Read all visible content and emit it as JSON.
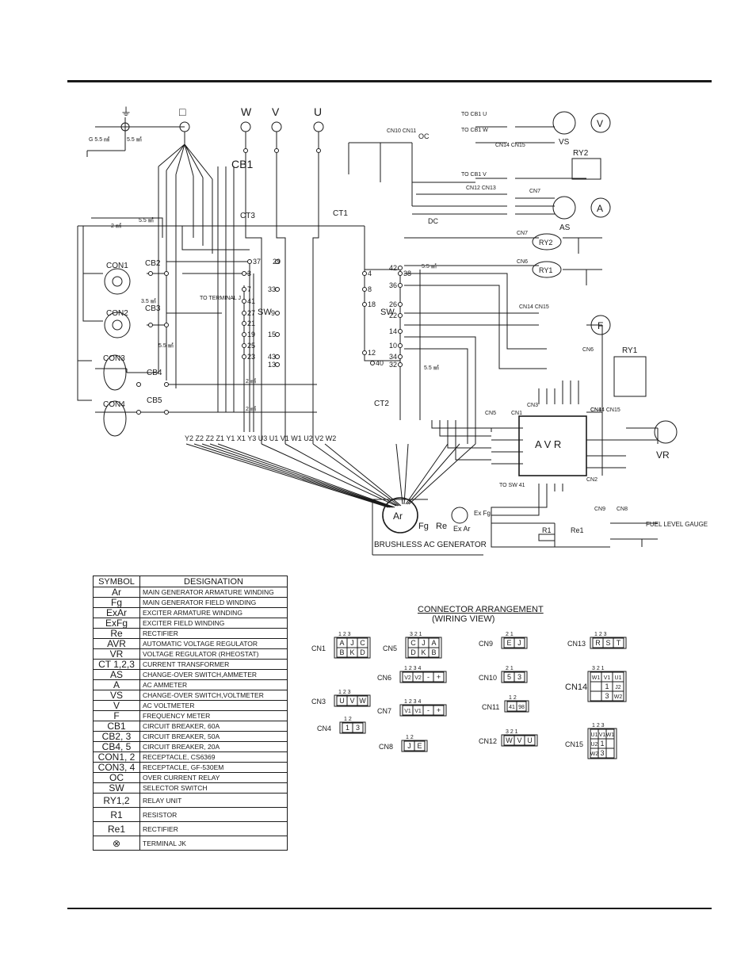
{
  "header_rule": true,
  "diagram": {
    "top_terminals": [
      "⏚",
      "□",
      "W",
      "V",
      "U"
    ],
    "labels": {
      "cb1": "CB1",
      "cb2": "CB2",
      "cb3": "CB3",
      "cb4": "CB4",
      "cb5": "CB5",
      "con1": "CON1",
      "con2": "CON2",
      "con3": "CON3",
      "con4": "CON4",
      "ct1": "CT1",
      "ct2": "CT2",
      "ct3": "CT3",
      "sw_left": "SW",
      "sw_right": "SW",
      "oc": "OC",
      "dc": "DC",
      "vs": "VS",
      "as": "AS",
      "ry1": "RY1",
      "ry2": "RY2",
      "avr": "A V R",
      "vr": "VR",
      "f": "F",
      "v_meter": "V",
      "a_meter": "A",
      "ar": "Ar",
      "fg": "Fg",
      "re": "Re",
      "exar": "Ex Ar",
      "exfg": "Ex Fg",
      "r1": "R1",
      "re1": "Re1",
      "generator": "BRUSHLESS AC GENERATOR",
      "fuel": "FUEL LEVEL GAUGE",
      "to_cb1_u": "TO CB1  U",
      "to_cb1_w": "TO CB1  W",
      "to_cb1_v": "TO CB1  V",
      "to_terminal": "TO TERMINAL J",
      "to_sw41": "TO SW 41",
      "cn10_11": "CN10 CN11",
      "cn12_13": "CN12 CN13",
      "cn14_15_top": "CN14 CN15",
      "cn14_15_mid": "CN14 CN15",
      "cn14_15_bot": "CN14 CN15",
      "cn7_top": "CN7",
      "cn7_mid": "CN7",
      "cn6_mid": "CN6",
      "cn6_low": "CN6",
      "cn1": "CN1",
      "cn2": "CN2",
      "cn3": "CN3",
      "cn4": "CN4",
      "cn5": "CN5",
      "cn8": "CN8",
      "cn9": "CN9",
      "wire_55": "5.5 ㎟",
      "wire_2": "2 ㎟",
      "wire_35": "3.5 ㎟",
      "g55": "G 5.5 ㎟",
      "bottom_leads": "Y2 Z2 Z2 Z1 Y1      X1  Y3  U3 U1              V1  W1   U2  V2  W2"
    },
    "sw_left_terminals": [
      "37",
      "3",
      "7",
      "41",
      "27",
      "21",
      "19",
      "25",
      "23",
      "29",
      "33",
      "9",
      "15",
      "43",
      "13"
    ],
    "sw_right_terminals": [
      "42",
      "38",
      "36",
      "26",
      "22",
      "14",
      "10",
      "34",
      "32",
      "4",
      "8",
      "18",
      "12",
      "40"
    ]
  },
  "legend": {
    "header_symbol": "SYMBOL",
    "header_designation": "DESIGNATION",
    "rows": [
      {
        "symbol": "Ar",
        "designation": "MAIN GENERATOR ARMATURE WINDING"
      },
      {
        "symbol": "Fg",
        "designation": "MAIN GENERATOR FIELD WINDING"
      },
      {
        "symbol": "ExAr",
        "designation": "EXCITER ARMATURE WINDING"
      },
      {
        "symbol": "ExFg",
        "designation": "EXCITER FIELD WINDING"
      },
      {
        "symbol": "Re",
        "designation": "RECTIFIER"
      },
      {
        "symbol": "AVR",
        "designation": "AUTOMATIC VOLTAGE REGULATOR"
      },
      {
        "symbol": "VR",
        "designation": "VOLTAGE REGULATOR (RHEOSTAT)"
      },
      {
        "symbol": "CT 1,2,3",
        "designation": "CURRENT TRANSFORMER"
      },
      {
        "symbol": "AS",
        "designation": "CHANGE-OVER SWITCH,AMMETER"
      },
      {
        "symbol": "A",
        "designation": "AC AMMETER"
      },
      {
        "symbol": "VS",
        "designation": "CHANGE-OVER SWITCH,VOLTMETER"
      },
      {
        "symbol": "V",
        "designation": "AC VOLTMETER"
      },
      {
        "symbol": "F",
        "designation": "FREQUENCY METER"
      },
      {
        "symbol": "CB1",
        "designation": "CIRCUIT BREAKER, 60A"
      },
      {
        "symbol": "CB2, 3",
        "designation": "CIRCUIT BREAKER, 50A"
      },
      {
        "symbol": "CB4, 5",
        "designation": "CIRCUIT BREAKER, 20A"
      },
      {
        "symbol": "CON1, 2",
        "designation": "RECEPTACLE, CS6369"
      },
      {
        "symbol": "CON3, 4",
        "designation": "RECEPTACLE, GF-530EM"
      },
      {
        "symbol": "OC",
        "designation": "OVER CURRENT RELAY"
      },
      {
        "symbol": "SW",
        "designation": "SELECTOR SWITCH"
      },
      {
        "symbol": "RY1,2",
        "designation": "RELAY UNIT"
      },
      {
        "symbol": "R1",
        "designation": "RESISTOR"
      },
      {
        "symbol": "Re1",
        "designation": "RECTIFIER"
      },
      {
        "symbol": "⊗",
        "designation": "TERMINAL JK"
      }
    ]
  },
  "connectors": {
    "title": "CONNECTOR ARRANGEMENT",
    "subtitle": "(WIRING VIEW)",
    "items": [
      {
        "name": "CN1",
        "nums": "1  2  3",
        "cells": [
          "A",
          "J",
          "C",
          "B",
          "K",
          "D"
        ],
        "cols": 3
      },
      {
        "name": "CN3",
        "nums": "1  2  3",
        "cells": [
          "U",
          "V",
          "W"
        ],
        "cols": 3
      },
      {
        "name": "CN4",
        "nums": "1  2",
        "cells": [
          "1",
          "3"
        ],
        "cols": 2
      },
      {
        "name": "CN5",
        "nums": "3  2  1",
        "cells": [
          "C",
          "J",
          "A",
          "D",
          "K",
          "B"
        ],
        "cols": 3
      },
      {
        "name": "CN6",
        "nums": "1  2  3  4",
        "cells": [
          "V2",
          "V2",
          "-",
          "+"
        ],
        "cols": 4
      },
      {
        "name": "CN7",
        "nums": "1  2  3  4",
        "cells": [
          "V1",
          "V1",
          "-",
          "+"
        ],
        "cols": 4
      },
      {
        "name": "CN8",
        "nums": "1  2",
        "cells": [
          "J",
          "E"
        ],
        "cols": 2
      },
      {
        "name": "CN9",
        "nums": "2  1",
        "cells": [
          "E",
          "J"
        ],
        "cols": 2
      },
      {
        "name": "CN10",
        "nums": "2  1",
        "cells": [
          "5",
          "3"
        ],
        "cols": 2
      },
      {
        "name": "CN11",
        "nums": "1  2",
        "cells": [
          "41",
          "98"
        ],
        "cols": 2
      },
      {
        "name": "CN12",
        "nums": "3  2  1",
        "cells": [
          "W",
          "V",
          "U"
        ],
        "cols": 3
      },
      {
        "name": "CN13",
        "nums": "1  2  3",
        "cells": [
          "R",
          "S",
          "T"
        ],
        "cols": 3
      },
      {
        "name": "CN14",
        "nums": "3  2  1",
        "cells": [
          "W1",
          "V1",
          "U1",
          "",
          "1",
          "J2",
          "",
          "3",
          "W2"
        ],
        "cols": 3
      },
      {
        "name": "CN15",
        "nums": "1  2  3",
        "cells": [
          "U1",
          "V1",
          "W1",
          "U2",
          "1",
          "",
          "W2",
          "3",
          ""
        ],
        "cols": 3
      }
    ]
  }
}
